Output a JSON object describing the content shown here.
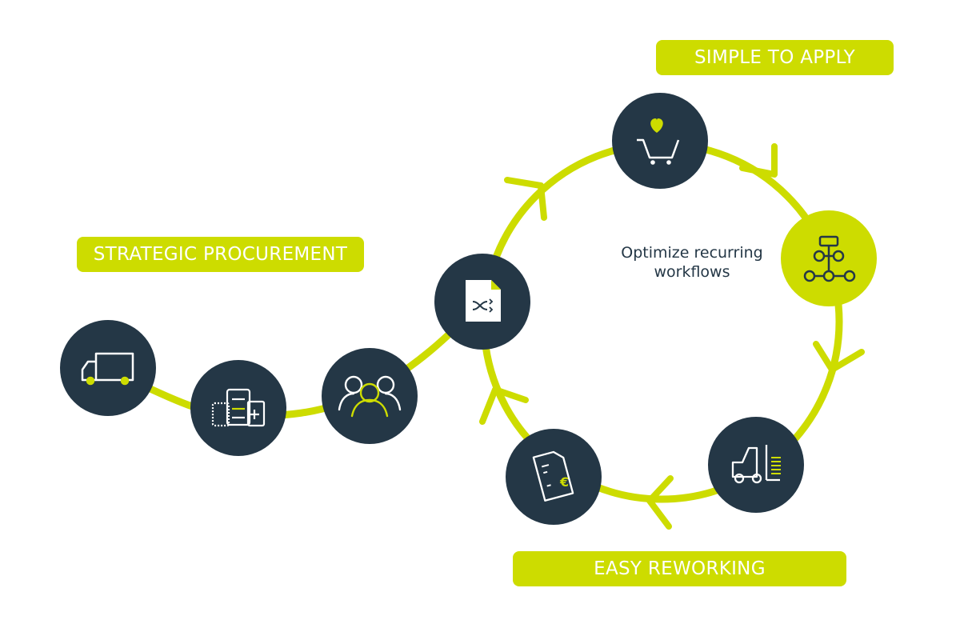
{
  "labels": {
    "simple_to_apply": "SIMPLE TO APPLY",
    "strategic_procurement": "STRATEGIC PROCUREMENT",
    "easy_reworking": "EASY REWORKING"
  },
  "center_text": {
    "line1": "Optimize recurring",
    "line2": "workflows"
  },
  "colors": {
    "accent": "#cddc00",
    "node_dark": "#243746",
    "icon_white": "#ffffff"
  },
  "nodes": [
    {
      "icon": "truck-icon"
    },
    {
      "icon": "documents-compare-icon"
    },
    {
      "icon": "people-group-icon"
    },
    {
      "icon": "document-shuffle-icon"
    },
    {
      "icon": "shopping-cart-heart-icon"
    },
    {
      "icon": "workflow-hierarchy-icon"
    },
    {
      "icon": "forklift-icon"
    },
    {
      "icon": "invoice-euro-icon"
    }
  ]
}
